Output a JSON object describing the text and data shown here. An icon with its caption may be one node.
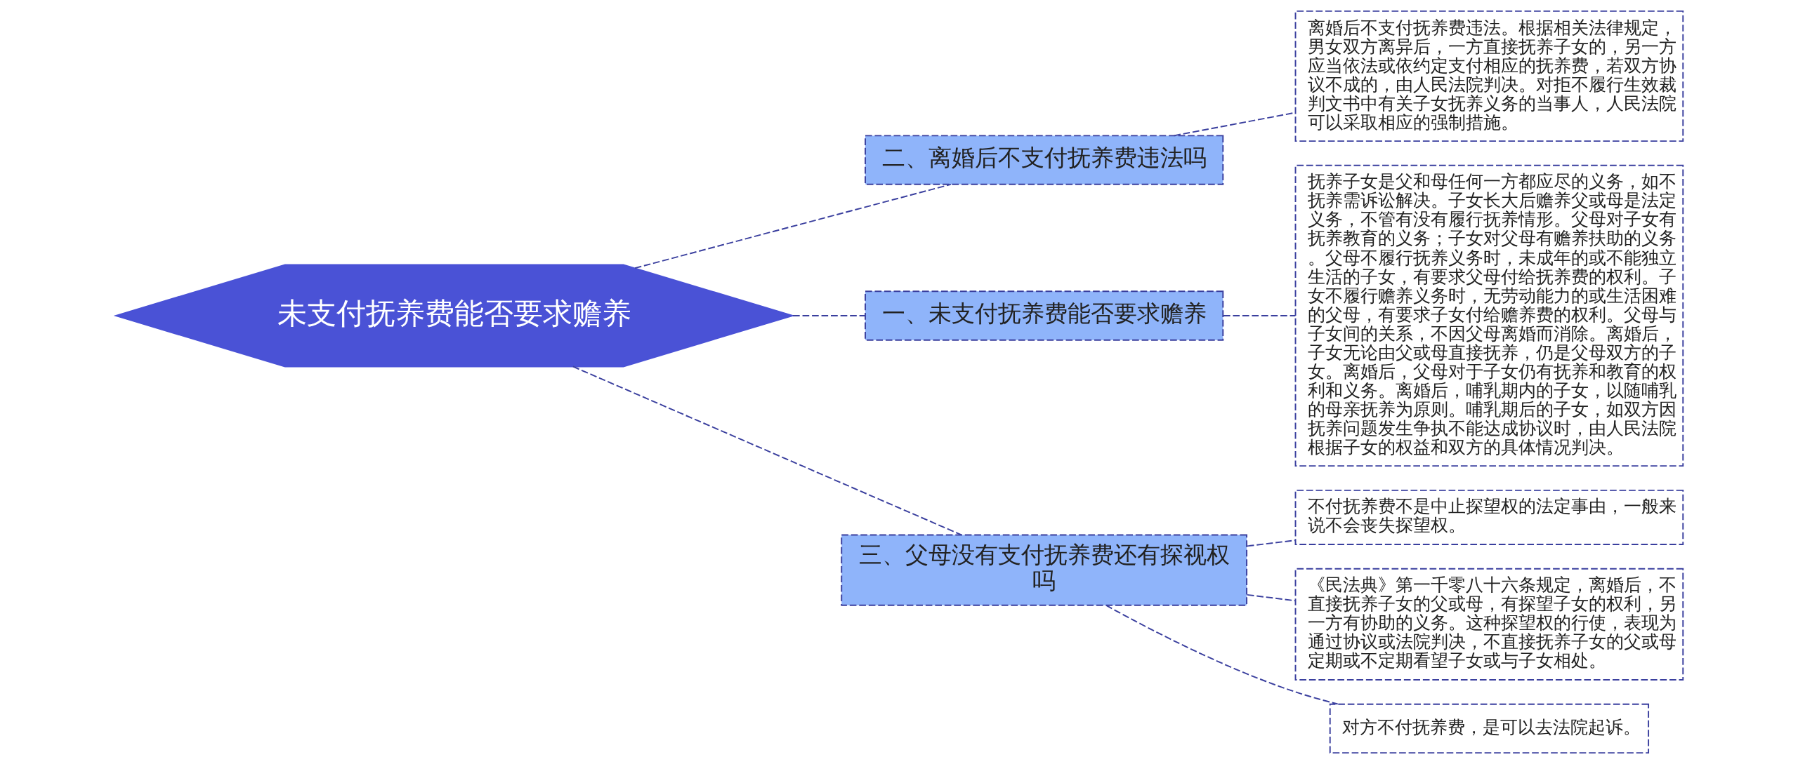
{
  "diagram": {
    "nodes": [
      {
        "text": [
          "未支付抚养费能否要求赡养"
        ]
      },
      {
        "text": [
          "二、离婚后不支付抚养费违法吗"
        ]
      },
      {
        "text": [
          "离婚后不支付抚养费违法。根据相关法律规定，男女双方离异后，一方直接抚养子女的，另一方应当依法或依约定支付相应的抚养费，若双方协议不成的，由人民法院判决。对拒不履行生效裁判文书中有关子女抚养义务的当事人，人民法院可以采取相应的强制措施。"
        ]
      },
      {
        "text": [
          "一、未支付抚养费能否要求赡养"
        ]
      },
      {
        "text": [
          "抚养子女是父和母任何一方都应尽的义务，如不抚养需诉讼解决。子女长大后赡养父或母是法定义务，不管有没有履行抚养情形。父母对子女有抚养教育的义务；子女对父母有赡养扶助的义务。父母不履行抚养义务时，未成年的或不能独立生活的子女，有要求父母付给抚养费的权利。子女不履行赡养义务时，无劳动能力的或生活困难的父母，有要求子女付给赡养费的权利。父母与子女间的关系，不因父母离婚而消除。离婚后，子女无论由父或母直接抚养，仍是父母双方的子女。离婚后，父母对于子女仍有抚养和教育的权利和义务。离婚后，哺乳期内的子女，以随哺乳的母亲抚养为原则。哺乳期后的子女，如双方因抚养问题发生争执不能达成协议时，由人民法院根据子女的权益和双方的具体情况判决。"
        ]
      },
      {
        "text": [
          "三、父母没有支付抚养费还有探视权吗"
        ]
      },
      {
        "text": [
          "不付抚养费不是中止探望权的法定事由，一般来说不会丧失探望权。"
        ]
      },
      {
        "text": [
          "《民法典》第一千零八十六条规定，离婚后，不直接抚养子女的父或母，有探望子女的权利，另一方有协助的义务。这种探望权的行使，表现为通过协议或法院判决，不直接抚养子女的父或母定期或不定期看望子女或与子女相处。"
        ]
      },
      {
        "text": [
          "对方不付抚养费，是可以去法院起诉。"
        ]
      }
    ],
    "edges": [
      {
        "from": 0,
        "to": 1,
        "arrow": "none",
        "style": "dashed"
      },
      {
        "from": 1,
        "to": 2,
        "arrow": "none",
        "style": "dashed"
      },
      {
        "from": 0,
        "to": 3,
        "arrow": "none",
        "style": "dashed"
      },
      {
        "from": 3,
        "to": 4,
        "arrow": "none",
        "style": "dashed"
      },
      {
        "from": 0,
        "to": 5,
        "arrow": "none",
        "style": "dashed"
      },
      {
        "from": 5,
        "to": 6,
        "arrow": "none",
        "style": "dashed"
      },
      {
        "from": 5,
        "to": 7,
        "arrow": "none",
        "style": "dashed"
      },
      {
        "from": 5,
        "to": 8,
        "arrow": "none",
        "style": "dashed"
      }
    ]
  }
}
